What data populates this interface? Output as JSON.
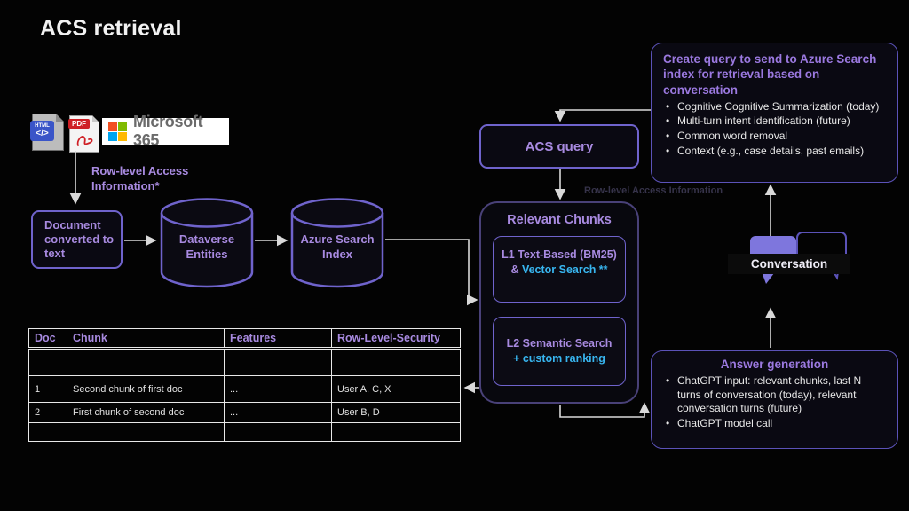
{
  "title": "ACS retrieval",
  "colors": {
    "background": "#030303",
    "border_purple": "#6f63cc",
    "text_purple": "#a88ae0",
    "heading_purple": "#9b79e0",
    "cyan_accent": "#38b6f0",
    "arrow": "#d9d9d9",
    "bubble_fill": "#7e76dd",
    "ms_red": "#f25022",
    "ms_green": "#7fba00",
    "ms_blue": "#00a4ef",
    "ms_yellow": "#ffb900"
  },
  "sources": {
    "html_icon_badge": "HTML",
    "html_icon_code": "</>",
    "pdf_icon_label": "PDF",
    "ms365_label": "Microsoft 365"
  },
  "labels": {
    "row_level_access": "Row-level Access Information*",
    "faint_row_level": "Row-level Access Information"
  },
  "nodes": {
    "document": "Document converted to text",
    "dataverse": "Dataverse Entities",
    "azure_index": "Azure Search Index",
    "acs_query": "ACS query",
    "relevant_chunks": "Relevant Chunks",
    "l1": {
      "purple": "L1 Text-Based (BM25) & ",
      "cyan": "Vector Search **"
    },
    "l2": {
      "purple": "L2 Semantic Search",
      "cyan": "+ custom ranking"
    },
    "conversation": "Conversation"
  },
  "create_query": {
    "heading": "Create query to send to Azure Search index for retrieval based on conversation",
    "bullets": [
      "Cognitive Cognitive Summarization (today)",
      "Multi-turn intent identification (future)",
      "Common word removal",
      "Context (e.g., case details, past emails)"
    ]
  },
  "answer_generation": {
    "heading": "Answer generation",
    "bullets": [
      "ChatGPT input: relevant chunks, last N turns of conversation (today), relevant conversation turns (future)",
      "ChatGPT model call"
    ]
  },
  "table": {
    "headers": [
      "Doc",
      "Chunk",
      "Features",
      "Row-Level-Security"
    ],
    "rows": [
      {
        "doc": "",
        "chunk": "",
        "features": "",
        "security": ""
      },
      {
        "doc": "1",
        "chunk": "Second chunk of first doc",
        "features": "...",
        "security": "User A, C, X"
      },
      {
        "doc": "2",
        "chunk": "First chunk of second doc",
        "features": "...",
        "security": "User B, D"
      },
      {
        "doc": "",
        "chunk": "",
        "features": "",
        "security": ""
      }
    ]
  }
}
